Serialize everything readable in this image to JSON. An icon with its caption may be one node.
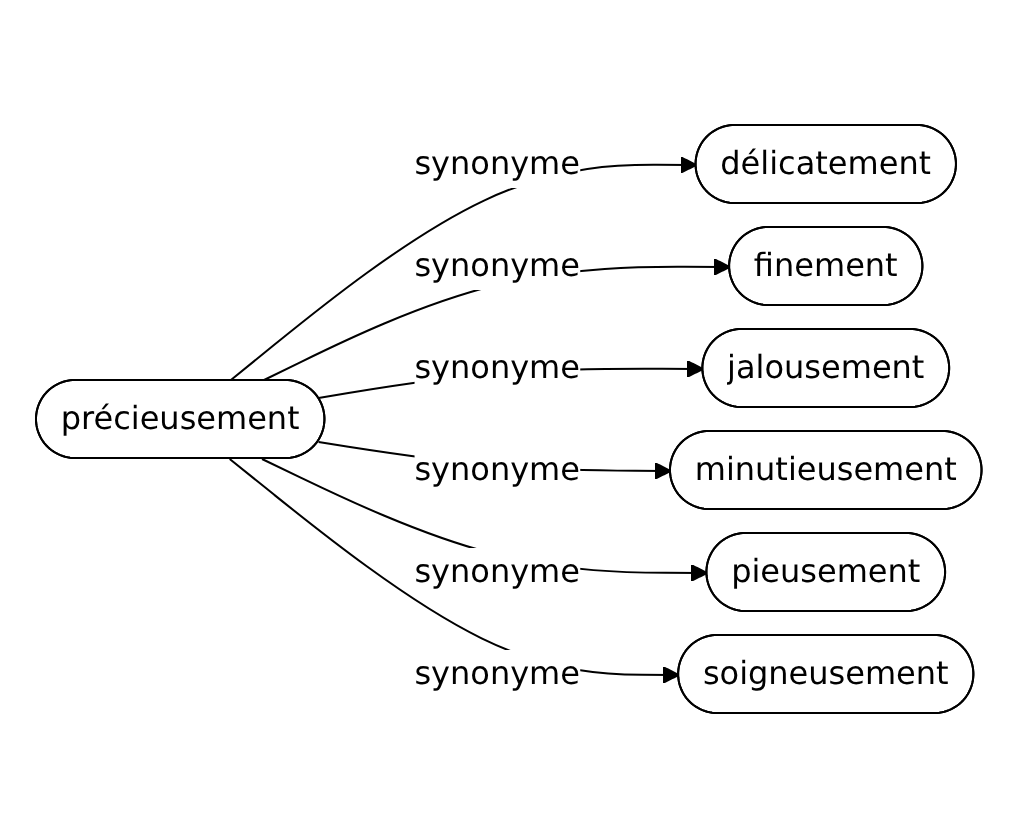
{
  "diagram": {
    "nodes": [
      {
        "text": [
          "précieusement"
        ]
      },
      {
        "text": [
          "délicatement"
        ]
      },
      {
        "text": [
          "finement"
        ]
      },
      {
        "text": [
          "jalousement"
        ]
      },
      {
        "text": [
          "minutieusement"
        ]
      },
      {
        "text": [
          "pieusement"
        ]
      },
      {
        "text": [
          "soigneusement"
        ]
      }
    ],
    "edges": [
      {
        "from": 0,
        "to": 1,
        "arrow": "to",
        "label": "synonyme"
      },
      {
        "from": 0,
        "to": 2,
        "arrow": "to",
        "label": "synonyme"
      },
      {
        "from": 0,
        "to": 3,
        "arrow": "to",
        "label": "synonyme"
      },
      {
        "from": 0,
        "to": 4,
        "arrow": "to",
        "label": "synonyme"
      },
      {
        "from": 0,
        "to": 5,
        "arrow": "to",
        "label": "synonyme"
      },
      {
        "from": 0,
        "to": 6,
        "arrow": "to",
        "label": "synonyme"
      }
    ]
  }
}
